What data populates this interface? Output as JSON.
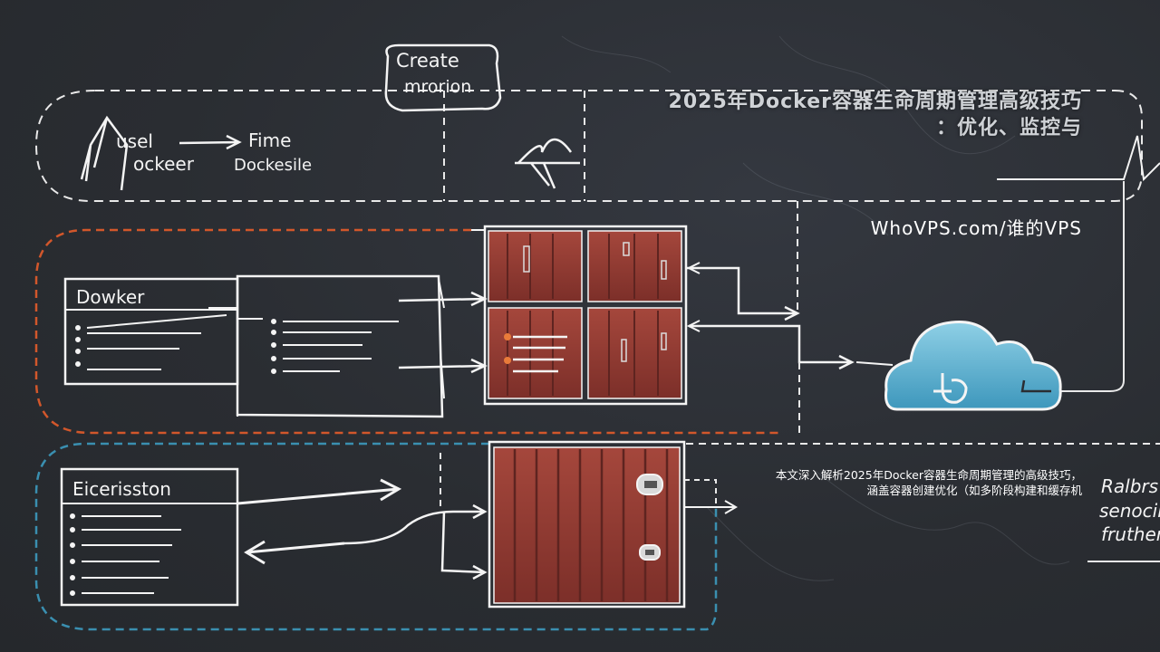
{
  "overlay": {
    "title_line1": "2025年Docker容器生命周期管理高级技巧",
    "title_line2": "：优化、监控与",
    "site": "WhoVPS.com/谁的VPS",
    "desc_line1": "本文深入解析2025年Docker容器生命周期管理的高级技巧，",
    "desc_line2": "涵盖容器创建优化（如多阶段构建和缓存机"
  },
  "diagram": {
    "create_label_1": "Create",
    "create_label_2": "mrorion",
    "top_left_1": "usel",
    "top_left_2": "ockeer",
    "top_mid_1": "Fime",
    "top_mid_2": "Dockesile",
    "box_docker_title": "Dowker",
    "box_ext_title": "Eicerisston",
    "right_cut_1": "Ralbrs",
    "right_cut_2": "senocir",
    "right_cut_3": "fruthen"
  },
  "colors": {
    "background": "#2b2e33",
    "chalk": "#f4f4f4",
    "orange_frame": "#d2572b",
    "blue_frame": "#3a8fb0",
    "container_red": "#8e3a32",
    "cloud_blue": "#5fb5d2"
  },
  "icons": {
    "cloud": "cloud-icon",
    "whale": "docker-whale-icon",
    "ship": "ship-sketch-icon",
    "flag": "flag-sketch-icon"
  }
}
